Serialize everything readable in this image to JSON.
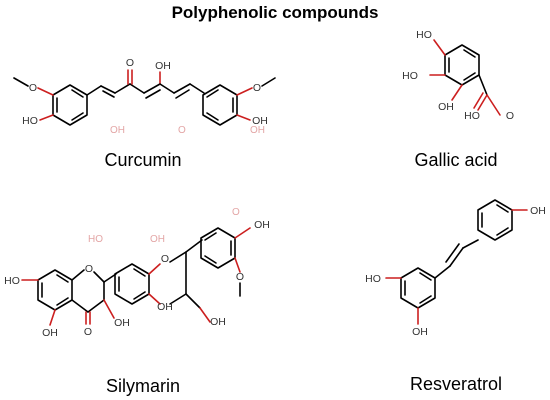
{
  "figure": {
    "title": "Polyphenolic compounds",
    "compounds": {
      "curcumin": {
        "name": "Curcumin",
        "labels": [
          "O",
          "HO",
          "O",
          "OH",
          "O",
          "OH",
          "O"
        ]
      },
      "gallic_acid": {
        "name": "Gallic acid",
        "labels": [
          "HO",
          "HO",
          "OH",
          "HO",
          "O"
        ]
      },
      "silymarin": {
        "name": "Silymarin",
        "labels": [
          "HO",
          "OH",
          "O",
          "OH",
          "O",
          "O",
          "OH",
          "OH",
          "O",
          "OH"
        ]
      },
      "resveratrol": {
        "name": "Resveratrol",
        "labels": [
          "OH",
          "HO",
          "OH"
        ]
      }
    },
    "colors": {
      "bond": "#000000",
      "heteroatom_bond": "#cc1f1f",
      "atom_label": "#333333",
      "faint_text": "#e3a5a5"
    }
  }
}
